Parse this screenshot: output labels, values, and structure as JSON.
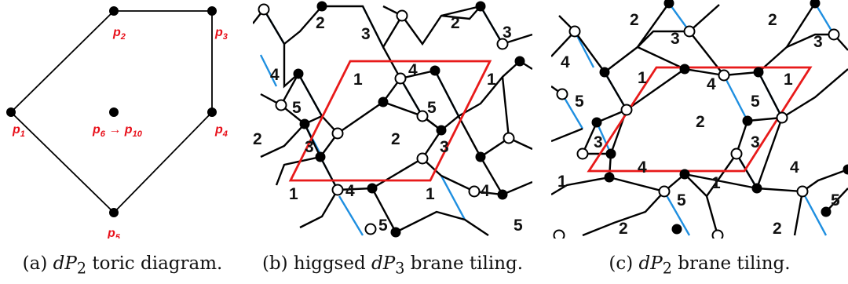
{
  "panel_a": {
    "points": [
      {
        "label": "p",
        "sub": "1"
      },
      {
        "label": "p",
        "sub": "2"
      },
      {
        "label": "p",
        "sub": "3"
      },
      {
        "label": "p",
        "sub": "4"
      },
      {
        "label": "p",
        "sub": "5"
      },
      {
        "label": "p",
        "sub": "6",
        "suffix": " → p",
        "sub2": "10"
      }
    ],
    "caption": {
      "prefix": "(a) ",
      "math": "dP",
      "math_sub": "2",
      "suffix": " toric diagram."
    }
  },
  "panel_b": {
    "face_labels": [
      "2",
      "2",
      "3",
      "3",
      "4",
      "4",
      "1",
      "1",
      "5",
      "5",
      "2",
      "2",
      "3",
      "3",
      "1",
      "4",
      "1",
      "4",
      "5",
      "5"
    ],
    "caption": {
      "prefix": "(b) higgsed ",
      "math": "dP",
      "math_sub": "3",
      "suffix": " brane tiling."
    }
  },
  "panel_c": {
    "face_labels": [
      "2",
      "2",
      "3",
      "3",
      "4",
      "4",
      "1",
      "1",
      "5",
      "5",
      "2",
      "3",
      "3",
      "4",
      "1",
      "4",
      "1",
      "5",
      "5",
      "2",
      "2"
    ],
    "caption": {
      "prefix": "(c) ",
      "math": "dP",
      "math_sub": "2",
      "suffix": " brane tiling."
    }
  },
  "colors": {
    "black_edge": "#000000",
    "blue_edge": "#1f8fe0",
    "unit_cell": "#e81a1a",
    "point_label": "#e8101a"
  }
}
